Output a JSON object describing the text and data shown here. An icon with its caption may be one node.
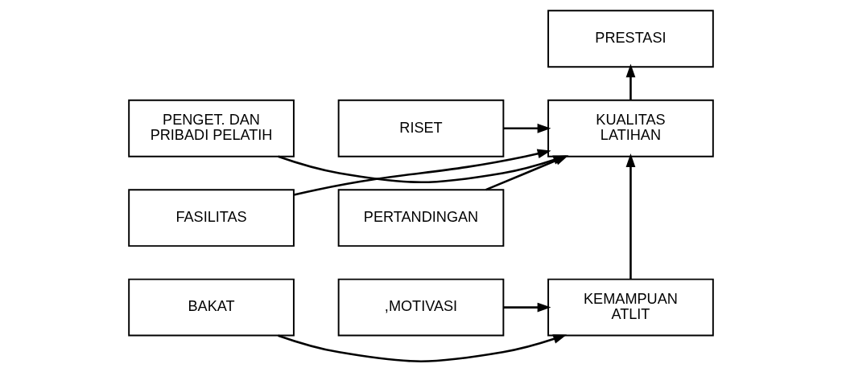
{
  "diagram": {
    "nodes": [
      {
        "text": [
          "PRESTASI"
        ]
      },
      {
        "text": [
          "PENGET. DAN PRIBADI PELATIH"
        ]
      },
      {
        "text": [
          "KUALITAS LATIHAN"
        ]
      },
      {
        "text": [
          "RISET"
        ]
      },
      {
        "text": [
          "FASILITAS"
        ]
      },
      {
        "text": [
          "PERTANDINGAN"
        ]
      },
      {
        "text": [
          "BAKAT"
        ]
      },
      {
        "text": [
          "KEMAMPUAN ATLIT"
        ]
      },
      {
        "text": [
          ",MOTIVASI"
        ]
      }
    ],
    "edges": [
      {
        "from": 2,
        "to": 0,
        "arrow": "to"
      },
      {
        "from": 1,
        "to": 2,
        "arrow": "to"
      },
      {
        "from": 3,
        "to": 2,
        "arrow": "to"
      },
      {
        "from": 4,
        "to": 2,
        "arrow": "to"
      },
      {
        "from": 5,
        "to": 2,
        "arrow": "to"
      },
      {
        "from": 7,
        "to": 2,
        "arrow": "to"
      },
      {
        "from": 6,
        "to": 7,
        "arrow": "to"
      },
      {
        "from": 8,
        "to": 7,
        "arrow": "to"
      }
    ]
  }
}
